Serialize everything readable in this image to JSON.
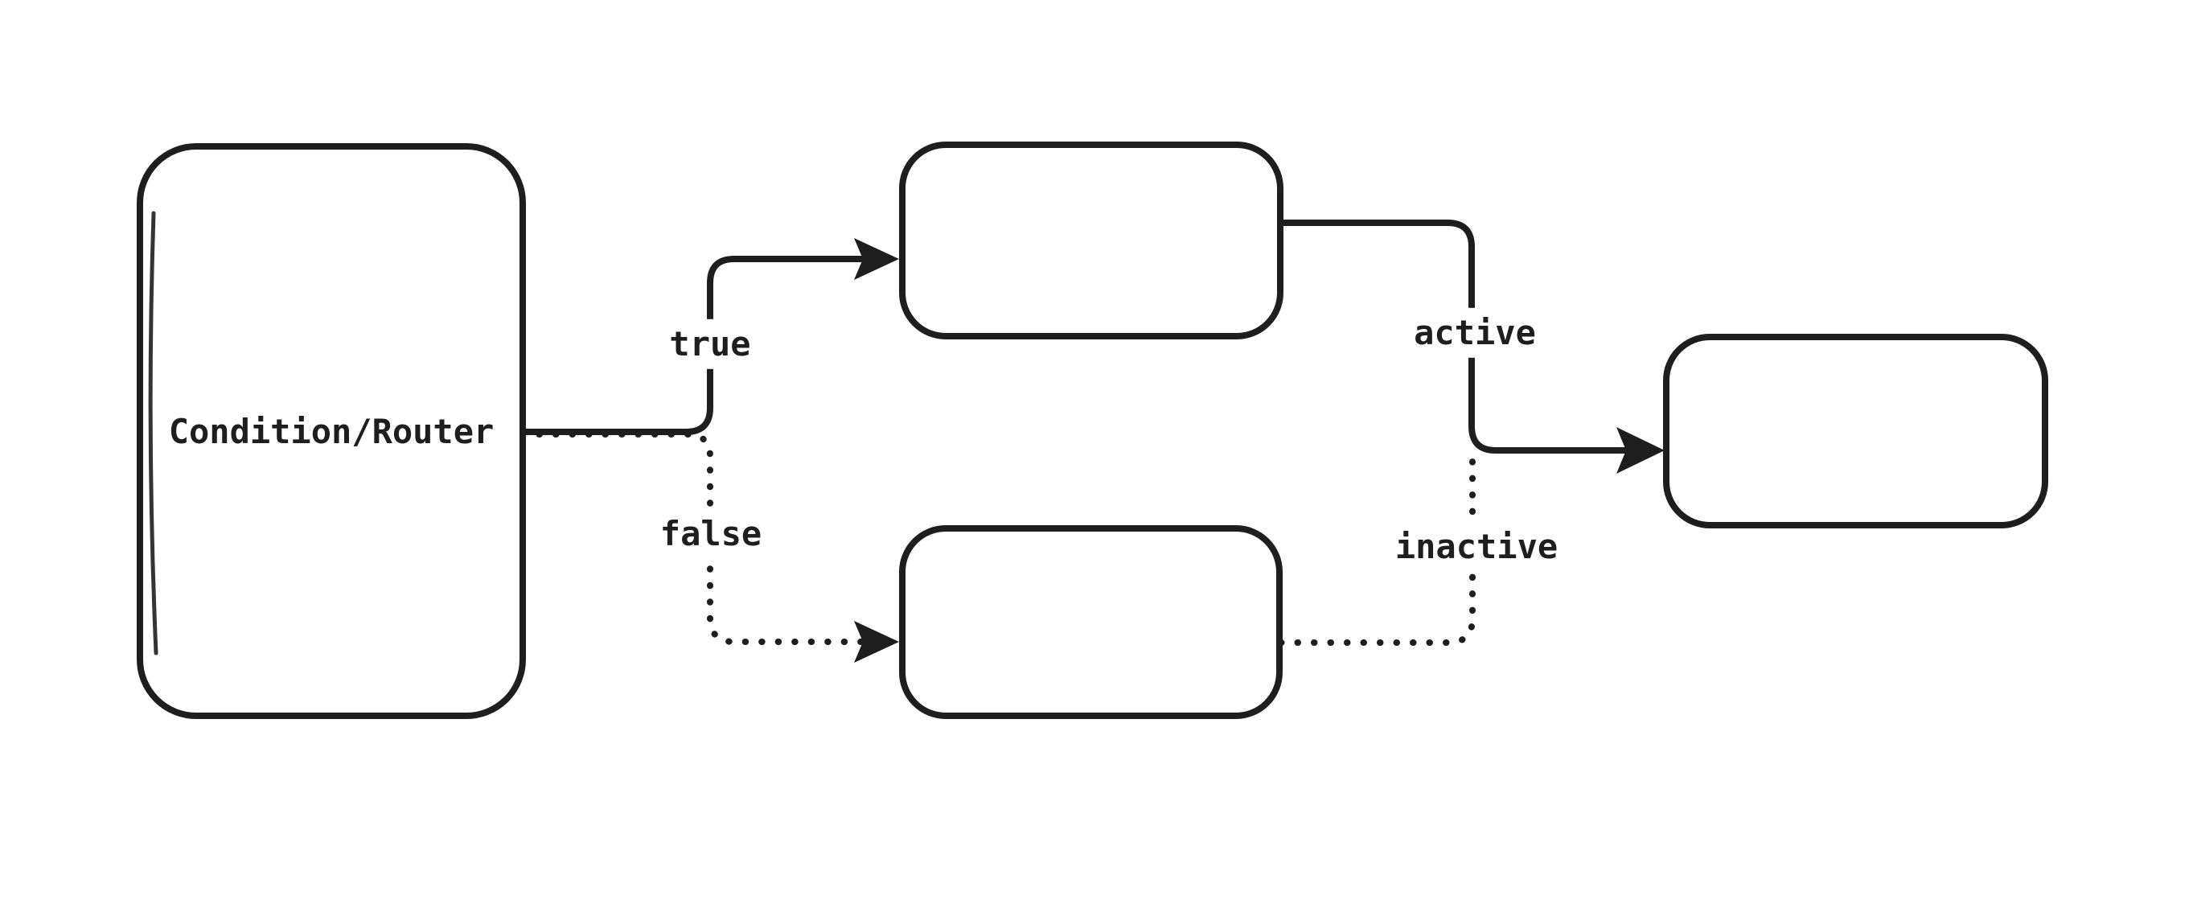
{
  "diagram": {
    "stroke": "#1e1e1e",
    "background": "#ffffff",
    "nodes": [
      {
        "id": "condition-router",
        "label": "Condition/Router",
        "shape": "rounded-rectangle"
      },
      {
        "id": "true-branch",
        "label": "",
        "shape": "rounded-rectangle"
      },
      {
        "id": "false-branch",
        "label": "",
        "shape": "rounded-rectangle"
      },
      {
        "id": "output",
        "label": "",
        "shape": "rounded-rectangle"
      }
    ],
    "edges": [
      {
        "from": "condition-router",
        "to": "true-branch",
        "label": "true",
        "style": "solid-arrow"
      },
      {
        "from": "condition-router",
        "to": "false-branch",
        "label": "false",
        "style": "dotted-arrow"
      },
      {
        "from": "true-branch",
        "to": "output",
        "label": "active",
        "style": "solid-arrow"
      },
      {
        "from": "false-branch",
        "to": "output",
        "label": "inactive",
        "style": "dotted-arrow"
      }
    ]
  }
}
